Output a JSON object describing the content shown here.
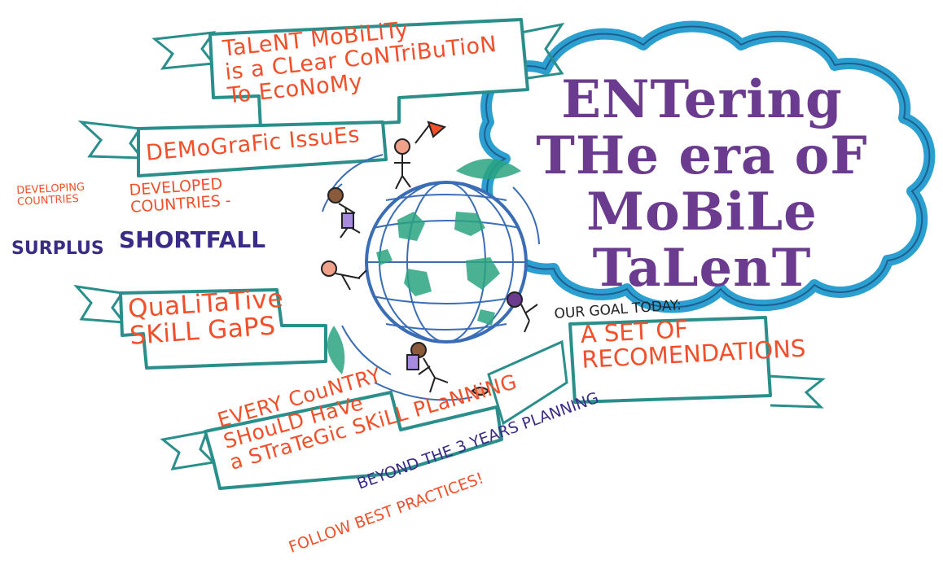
{
  "title": "ENTering\nTHe era oF\nMoBiLe TaLenT",
  "banners": [
    {
      "text": "TaLeNT MoBiLiTy\nis a CLear CoNTriBuTioN\nTo EcoNoMy"
    },
    {
      "text": "DEMoGraFic IssuEs"
    },
    {
      "text": "QuaLiTaTive\nSKiLL GaPS"
    },
    {
      "text": "EVERY CouNTRY\nSHouLD HaVe\na STraTeGic SKiLL PLaNNiNG"
    }
  ],
  "goal": {
    "label": "OUR GOAL TODAY:",
    "text": "A SET OF\nRECOMENDATIONS"
  },
  "countries": {
    "developing": "DEVELOPING\nCOUNTRIES",
    "developed": "DEVELOPED\nCOUNTRIES -",
    "surplus": "SURPLUS",
    "shortfall": "SHORTFALL"
  },
  "notes": {
    "beyond": "BEYOND THE 3 YEARS PLANNING",
    "best_practices": "FOLLOW BEST PRACTICES!"
  },
  "colors": {
    "cloud": "#2a9fd0",
    "title": "#6a3b8e",
    "orange": "#f1502a",
    "teal": "#2a8f8a",
    "purple": "#3a2c86"
  }
}
